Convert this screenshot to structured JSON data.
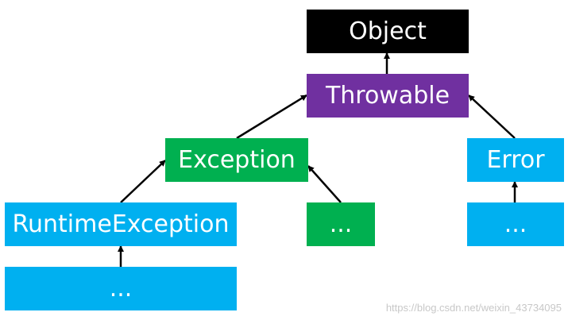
{
  "colors": {
    "object": "#000000",
    "throwable": "#7030a0",
    "exception": "#00b050",
    "error": "#00b0f0",
    "runtime": "#00b0f0",
    "edge": "#000000"
  },
  "nodes": {
    "object": "Object",
    "throwable": "Throwable",
    "exception": "Exception",
    "error": "Error",
    "runtime_exception": "RuntimeException",
    "exception_more": "...",
    "error_more": "...",
    "runtime_more": "..."
  },
  "edges": [
    {
      "from": "throwable",
      "to": "object"
    },
    {
      "from": "exception",
      "to": "throwable"
    },
    {
      "from": "error",
      "to": "throwable"
    },
    {
      "from": "runtime_exception",
      "to": "exception"
    },
    {
      "from": "exception_more",
      "to": "exception"
    },
    {
      "from": "error_more",
      "to": "error"
    },
    {
      "from": "runtime_more",
      "to": "runtime_exception"
    }
  ],
  "watermark": "https://blog.csdn.net/weixin_43734095"
}
